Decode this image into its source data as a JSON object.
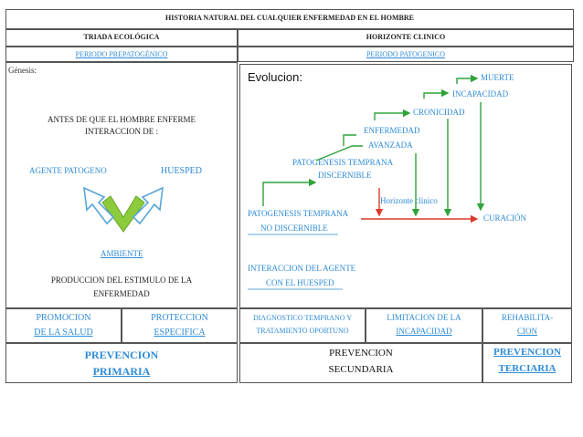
{
  "title": "HISTORIA NATURAL DEL CUALQUIER ENFERMEDAD EN EL HOMBRE",
  "left": {
    "heading": "TRIADA ECOLÓGICA",
    "period": "PERIODO PREPATOGÉNICO",
    "genesis": "Génesis:",
    "before_line1": "ANTES DE QUE EL HOMBRE ENFERME",
    "before_line2": "INTERACCION DE :",
    "agent": "AGENTE PATOGENO",
    "host": "HUESPED",
    "environment": "AMBIENTE",
    "stimulus_line1": "PRODUCCION DEL ESTIMULO DE LA",
    "stimulus_line2": "ENFERMEDAD"
  },
  "right": {
    "heading": "HORIZONTE CLINICO",
    "period": "PERIODO PATOGENICO",
    "evolution": "Evolucion:",
    "death": "MUERTE",
    "disability": "INCAPACIDAD",
    "chronicity": "CRONICIDAD",
    "advanced_1": "ENFERMEDAD",
    "advanced_2": "AVANZADA",
    "early_disc_1": "PATOGENESIS TEMPRANA",
    "early_disc_2": "DISCERNIBLE",
    "clinical_horizon": "Horizonte clínico",
    "early_nondisc_1": "PATOGENESIS TEMPRANA",
    "early_nondisc_2": "NO DISCERNIBLE",
    "cure": "CURACIÓN",
    "interaction_1": "INTERACCION DEL AGENTE",
    "interaction_2": "CON EL HUESPED"
  },
  "bottom": {
    "promotion_1": "PROMOCION",
    "promotion_2": "DE LA SALUD",
    "protection_1": "PROTECCION",
    "protection_2": "ESPECIFICA",
    "diagnosis_1": "DIAGNOSTICO TEMPRANO Y",
    "diagnosis_2": "TRATAMIENTO OPORTUNO",
    "limitation_1": "LIMITACION DE LA",
    "limitation_2": "INCAPACIDAD",
    "rehab_1": "REHABILITA-",
    "rehab_2": "CION",
    "primary_1": "PREVENCION",
    "primary_2": "PRIMARIA",
    "secondary_1": "PREVENCION",
    "secondary_2": "SECUNDARIA",
    "tertiary_1": "PREVENCION",
    "tertiary_2": "TERCIARIA"
  },
  "colors": {
    "accent_blue": "#2e8bd6",
    "arrow_green": "#2fa33a",
    "arrow_red": "#d93a2b",
    "triad_green": "#8ccc3c",
    "triad_blue": "#5aa6d9"
  }
}
